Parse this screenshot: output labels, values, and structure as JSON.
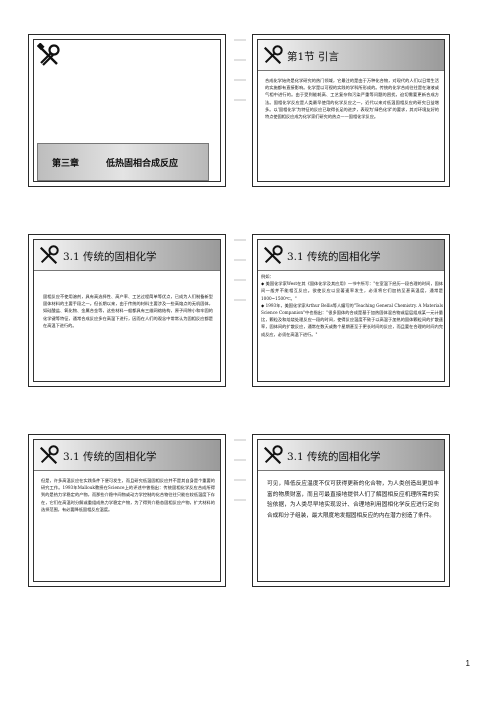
{
  "page_number": "1",
  "slides": [
    {
      "id": "s1",
      "chapter_label": "第三章",
      "chapter_title": "低热固相合成反应"
    },
    {
      "id": "s2",
      "title": "第1节 引言",
      "body": "合成化学始终是化学研究的热门领域，它最注的是由于万种化合物，对现代的人们以日常生活的实施都有直接影响。化学是以可视的实践的学科所形成的。传统的化学合成往往是在溶液或气相中进行的。由于受到能耗高、工艺复杂和污染严重等问题的困扰，迫切需要更新合成方法。固相化学反应是人类最早使用的化学反应之一，近代以来对低温固相反应的研究日益增多。以'固相化学'为特征的反应已取得长足的进步，表现为'绿色化学'的要求，其对环境友好的特点使固相反应成为化学家们研究的热点——固相化学反应。"
    },
    {
      "id": "s3",
      "title": "3.1 传统的固相化学",
      "body": "固相反应不使用溶剂，具有高选择性、高产率、工艺过程简单等优点，已成为人们制备新型固体材料的主要手段之一。但长期以来，由于传统的材料主要涉及一些高熔点的无机固体，如硅酸盐、氧化物、金属合金等，这些材料一般都具有三维网络结构，原子间隙小和牢固的化学键等特征，通常合成反应多在高温下进行，因而在人们的观念中常常认为固相反应都是在高温下进行的。"
    },
    {
      "id": "s4",
      "title": "3.1 传统的固相化学",
      "example_label": "例如：",
      "bullets": [
        "◆ 美国化学家West在其《固体化学及其应用》一书中所写：\"在室温下经历一段合理的时间，固体间一般并不能相互反应。欲使反应以显著速率发生，必须将它们加热至甚高温度，通常是1000~1500℃。\"",
        "◆ 1993年，美国化学家Arthur Bellis等人编写的\"Teaching General Chemistry. A Materials Science Companion\"中也指出：\"很多固体的合成是基于加热固体混合物或层层组成某一元计量比，颗粒及和焙烧处理反应一段的时间，使得反应温度不致于以高温于加热的固体颗粒间的扩散速率，固体间的扩散反应，通常在数天或数个星期甚至于更长时间的反应，而且要在合理的时间内完成反应，必须在高温下进行。\""
      ]
    },
    {
      "id": "s5",
      "title": "3.1 传统的固相化学",
      "body": "但是，许多高温反应在实践条件下便可发生，而且研究低温固相反应并不是其自身是个重要的研究工作。1993年Mallouk教授在Science上的评述中曾指出：传统固相化学反应合成所得到的是热力学稳定的产物，而那些介稳中间物或动力学控制的化合物往往只能在较低温度下存在，它们在高温时分解或重组成热力学稳定产物，为了得到介稳态固相反应产物，扩大材料的选择范围，有必要降低固相反应温度。"
    },
    {
      "id": "s6",
      "title": "3.1 传统的固相化学",
      "body": "可见，降低反应温度不仅可获得更新的化合物，为人类创造出更加丰富的物质财富，而且可最直接地提供人们了解固相反应机理所需的实验依据，为人类尽早地实现设计、合理地利用固相化学反应进行定向合成和分子组装，最大限度地发掘固相反应的内在潜力创造了条件。"
    }
  ]
}
